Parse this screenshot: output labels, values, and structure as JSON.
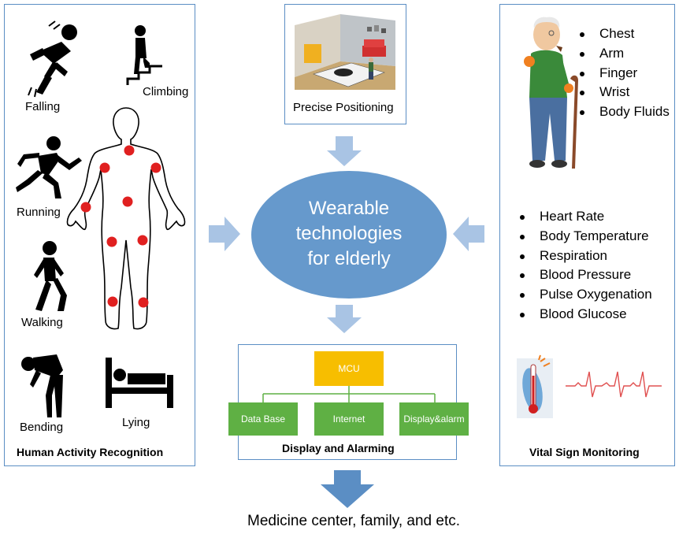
{
  "left_panel": {
    "caption": "Human Activity Recognition",
    "activities": [
      "Falling",
      "Climbing",
      "Running",
      "Walking",
      "Bending",
      "Lying"
    ]
  },
  "top_panel": {
    "caption": "Precise Positioning"
  },
  "center": {
    "line1": "Wearable",
    "line2": "technologies",
    "line3": "for elderly"
  },
  "display_panel": {
    "caption": "Display and Alarming",
    "mcu": "MCU",
    "outputs": [
      "Data Base",
      "Internet",
      "Display&alarm"
    ]
  },
  "right_panel": {
    "caption": "Vital Sign Monitoring",
    "locations": [
      "Chest",
      "Arm",
      "Finger",
      "Wrist",
      "Body Fluids"
    ],
    "signs": [
      "Heart Rate",
      "Body Temperature",
      "Respiration",
      "Blood Pressure",
      "Pulse Oxygenation",
      "Blood Glucose"
    ]
  },
  "footer": {
    "text": "Medicine center, family, and etc."
  },
  "colors": {
    "accent": "#5b8ec4",
    "ellipse": "#6699cc",
    "arrow": "#a9c4e4",
    "green": "#5fb044",
    "gold": "#f7be00",
    "sensor_dot": "#e02020"
  }
}
